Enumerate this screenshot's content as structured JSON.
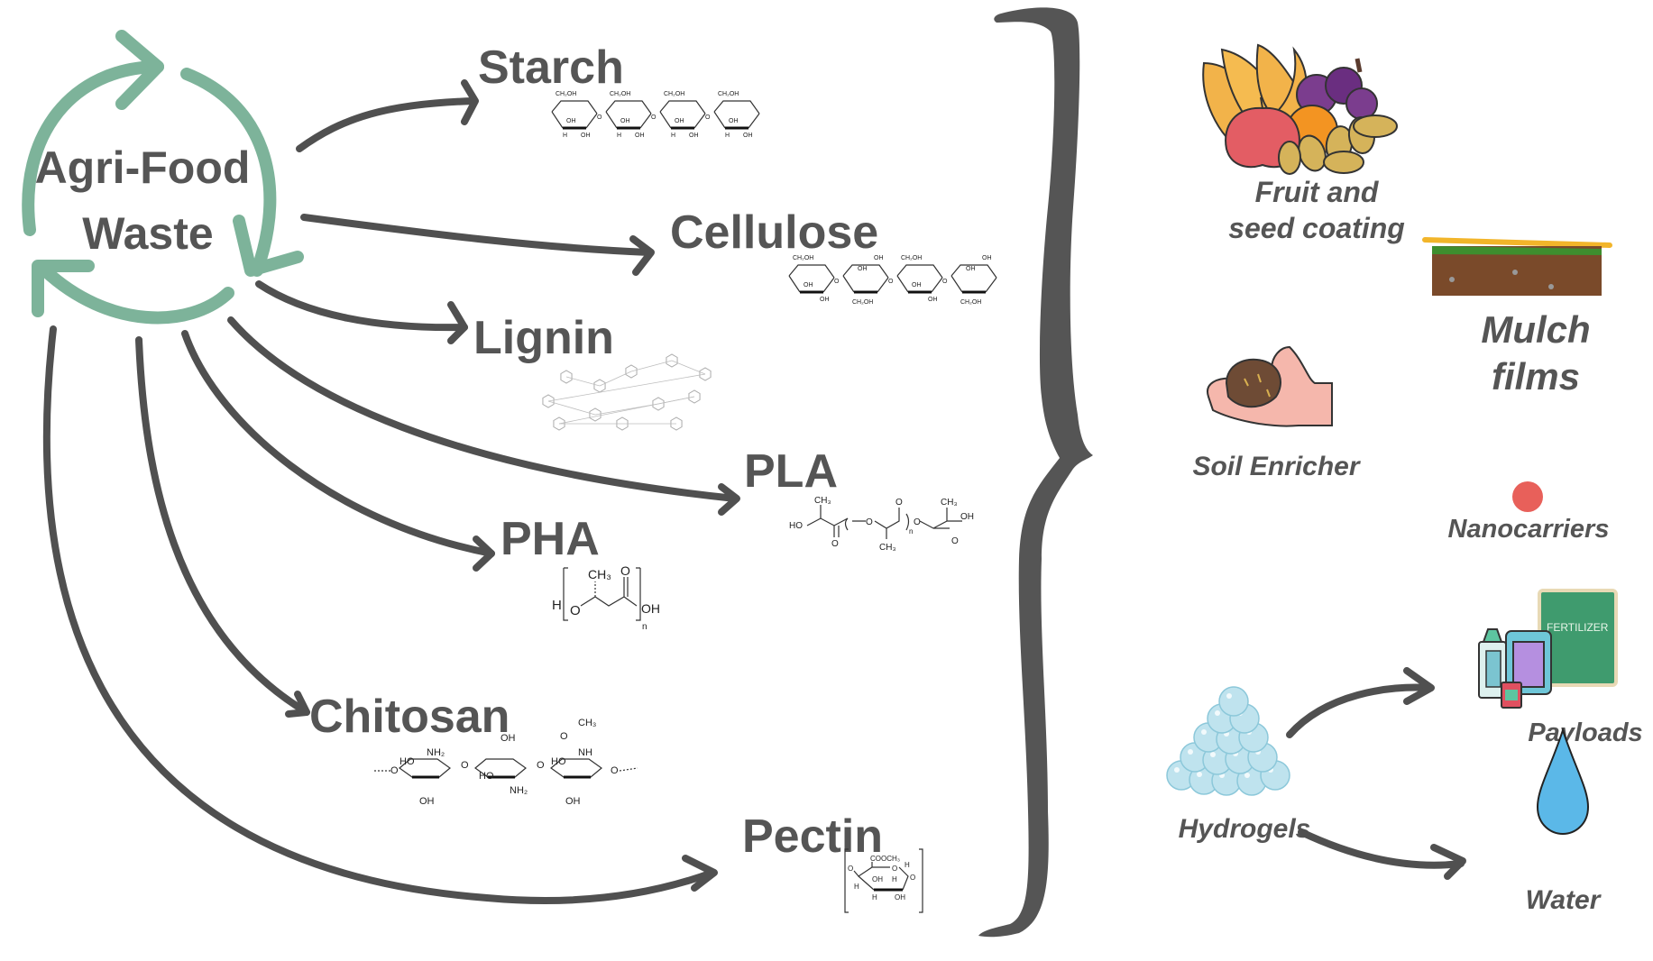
{
  "source": {
    "title_line1": "Agri-Food",
    "title_line2": "Waste",
    "cycle_color": "#7DB39A"
  },
  "polymers": [
    {
      "name": "Starch",
      "structure": "starch-amylose-chain"
    },
    {
      "name": "Cellulose",
      "structure": "cellulose-chain"
    },
    {
      "name": "Lignin",
      "structure": "lignin-network"
    },
    {
      "name": "PLA",
      "structure": "polylactic-acid"
    },
    {
      "name": "PHA",
      "structure": "polyhydroxyalkanoate"
    },
    {
      "name": "Chitosan",
      "structure": "chitosan-chain"
    },
    {
      "name": "Pectin",
      "structure": "pectin-unit"
    }
  ],
  "structure_labels": {
    "ch2oh": "CH₂OH",
    "oh": "OH",
    "h": "H",
    "o": "O",
    "ho": "HO",
    "ch3": "CH₃",
    "n": "n",
    "nh2": "NH₂",
    "nh": "NH",
    "cooch3": "COOCH₃"
  },
  "applications": [
    {
      "id": "fruit-seed-coating",
      "line1": "Fruit and",
      "line2": "seed coating",
      "icon": "fruits-seeds-icon"
    },
    {
      "id": "mulch-films",
      "line1": "Mulch",
      "line2": "films",
      "icon": "soil-mulch-icon"
    },
    {
      "id": "soil-enricher",
      "line1": "Soil Enricher",
      "icon": "hand-soil-icon"
    },
    {
      "id": "nanocarriers",
      "line1": "Nanocarriers",
      "icon": "nanoparticle-icon"
    },
    {
      "id": "hydrogels",
      "line1": "Hydrogels",
      "icon": "hydrogel-beads-icon"
    },
    {
      "id": "payloads",
      "line1": "Payloads",
      "icon": "agrochemicals-icon",
      "bag_text": "FERTILIZER"
    },
    {
      "id": "water",
      "line1": "Water",
      "icon": "water-drop-icon"
    }
  ],
  "colors": {
    "text": "#555555",
    "arrows": "#505050",
    "cycle": "#7DB39A",
    "nanoparticle": "#E8605A",
    "water": "#5BB8E8",
    "hydrogel": "#BFE3EE"
  }
}
